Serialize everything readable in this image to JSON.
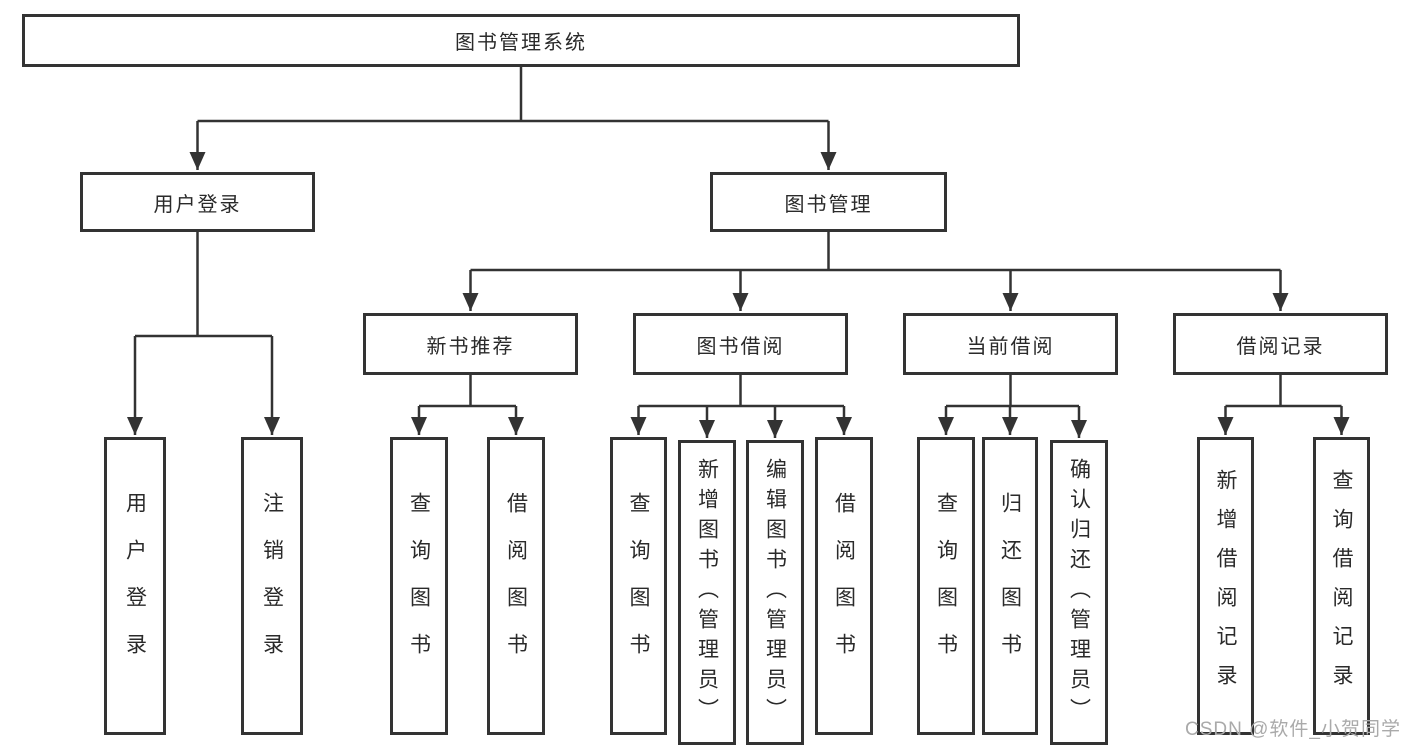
{
  "watermark": "CSDN @软件_小贺同学",
  "tree": {
    "root": {
      "label": "图书管理系统"
    },
    "branches": [
      {
        "label": "用户登录",
        "children": [
          {
            "label": "用户登录"
          },
          {
            "label": "注销登录"
          }
        ]
      },
      {
        "label": "图书管理",
        "children": [
          {
            "label": "新书推荐",
            "children": [
              {
                "label": "查询图书"
              },
              {
                "label": "借阅图书"
              }
            ]
          },
          {
            "label": "图书借阅",
            "children": [
              {
                "label": "查询图书"
              },
              {
                "label": "新增图书（管理员）"
              },
              {
                "label": "编辑图书（管理员）"
              },
              {
                "label": "借阅图书"
              }
            ]
          },
          {
            "label": "当前借阅",
            "children": [
              {
                "label": "查询图书"
              },
              {
                "label": "归还图书"
              },
              {
                "label": "确认归还（管理员）"
              }
            ]
          },
          {
            "label": "借阅记录",
            "children": [
              {
                "label": "新增借阅记录"
              },
              {
                "label": "查询借阅记录"
              }
            ]
          }
        ]
      }
    ]
  },
  "style": {
    "line_color": "#333333",
    "box_background": "#ffffff",
    "text_color": "#2a2a2a",
    "watermark_color": "#aaaaaa"
  }
}
